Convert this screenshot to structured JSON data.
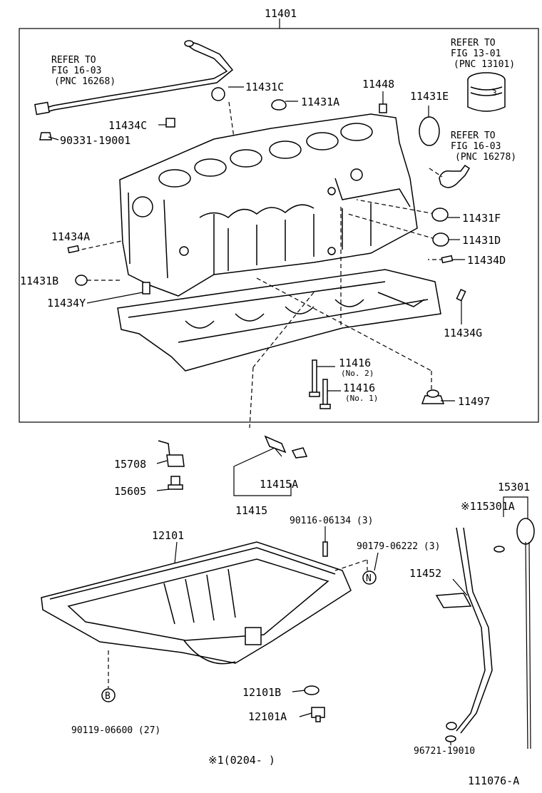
{
  "diagram": {
    "assembly_number": "11401",
    "figure_code": "111076-A",
    "footnote": "※1(0204-        )",
    "refs": {
      "ref_16_03_a": [
        "REFER TO",
        "FIG 16-03",
        "(PNC 16268)"
      ],
      "ref_13_01": [
        "REFER TO",
        "FIG 13-01",
        "(PNC 13101)"
      ],
      "ref_16_03_b": [
        "REFER TO",
        "FIG 16-03",
        "(PNC 16278)"
      ]
    },
    "labels": {
      "p11431C": "11431C",
      "p11431A": "11431A",
      "p11448": "11448",
      "p11431E": "11431E",
      "p11434C": "11434C",
      "p90331": "90331-19001",
      "p11431F": "11431F",
      "p11434A": "11434A",
      "p11431D": "11431D",
      "p11434D": "11434D",
      "p11431B": "11431B",
      "p11434Y": "11434Y",
      "p11434G": "11434G",
      "p11416a": "11416",
      "p11416a_sub": "(No. 2)",
      "p11416b": "11416",
      "p11416b_sub": "(No. 1)",
      "p11497": "11497",
      "p15708": "15708",
      "p15605": "15605",
      "p11415A": "11415A",
      "p11415": "11415",
      "p15301": "15301",
      "p115301A": "※115301A",
      "p12101": "12101",
      "p90116": "90116-06134 (3)",
      "p90179": "90179-06222 (3)",
      "p11452": "11452",
      "p12101B": "12101B",
      "p12101A": "12101A",
      "p90119": "90119-06600 (27)",
      "p96721": "96721-19010",
      "circle_N": "N",
      "circle_B": "B"
    }
  }
}
